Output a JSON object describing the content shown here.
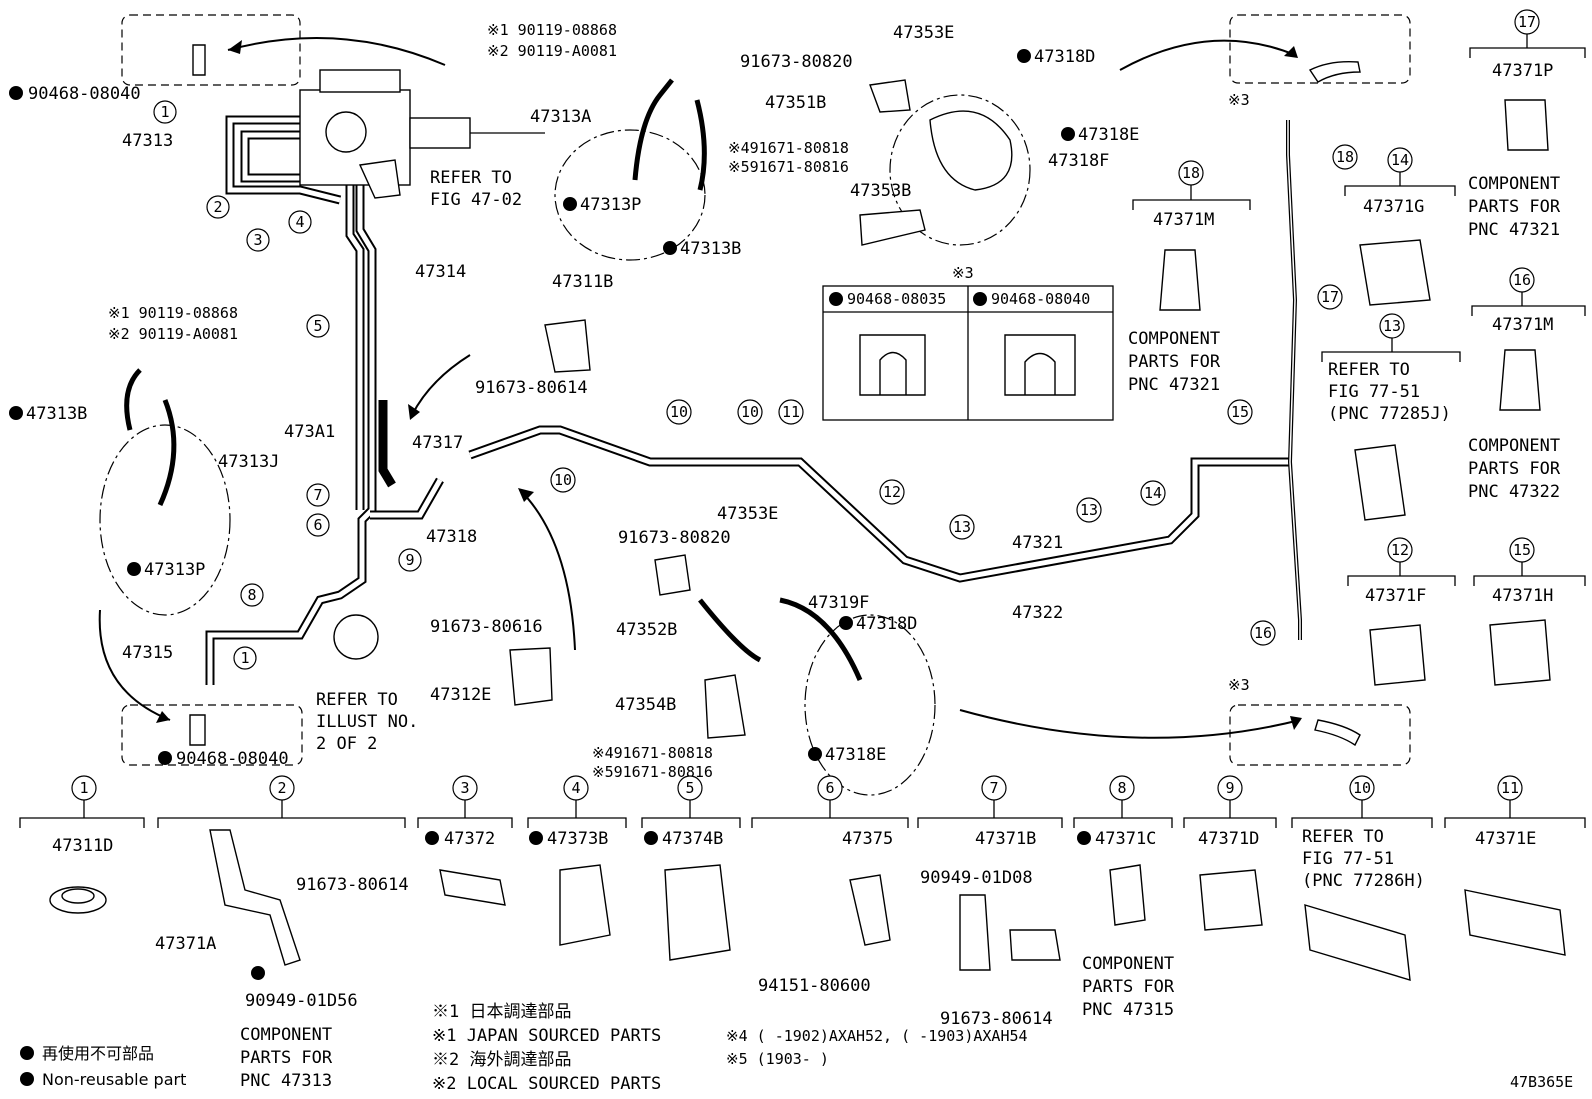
{
  "callouts": {
    "c1": "1",
    "c2": "2",
    "c3": "3",
    "c4": "4",
    "c5": "5",
    "c6": "6",
    "c7": "7",
    "c8": "8",
    "c9": "9",
    "c10": "10",
    "c11": "11",
    "c12": "12",
    "c13": "13",
    "c14": "14",
    "c15": "15",
    "c16": "16",
    "c17": "17",
    "c18": "18"
  },
  "labels": {
    "p90468_08040_top": "90468-08040",
    "p47313": "47313",
    "refer_fig4702_a": "REFER TO",
    "refer_fig4702_b": "FIG 47-02",
    "p47314": "47314",
    "p473A1": "473A1",
    "p47315": "47315",
    "refer_illust_a": "REFER TO",
    "refer_illust_b": "ILLUST NO.",
    "refer_illust_c": "2 OF 2",
    "p90468_08040_bot": "90468-08040",
    "p90119_a1": "※1 90119-08868",
    "p90119_a2": "※2 90119-A0081",
    "p47313A": "47313A",
    "p47313P_a": "47313P",
    "p47313B_a": "47313B",
    "p90119_b1": "※1 90119-08868",
    "p90119_b2": "※2 90119-A0081",
    "p47313B_b": "47313B",
    "p47313J": "47313J",
    "p47313P_b": "47313P",
    "p47311B": "47311B",
    "p91673_80614_a": "91673-80614",
    "p47317": "47317",
    "p47318": "47318",
    "p91673_80616": "91673-80616",
    "p47312E": "47312E",
    "p91673_80820_a": "91673-80820",
    "p47353E_a": "47353E",
    "p47351B": "47351B",
    "p47318D_a": "47318D",
    "p47318E_a": "47318E",
    "p47318F": "47318F",
    "p491671_a": "※491671-80818",
    "p591671_a": "※591671-80816",
    "p47353B": "47353B",
    "note3_hdr": "※3",
    "clip_a": "90468-08035",
    "clip_b": "90468-08040",
    "p91673_80820_b": "91673-80820",
    "p47353E_b": "47353E",
    "p47352B": "47352B",
    "p47319F": "47319F",
    "p47318D_b": "47318D",
    "p47354B": "47354B",
    "p491671_b": "※491671-80818",
    "p591671_b": "※591671-80816",
    "p47318E_b": "47318E",
    "p47321": "47321",
    "p47322": "47322",
    "note3_top": "※3",
    "note3_bot": "※3",
    "p47371M_a": "47371M",
    "comp_47321_a": "COMPONENT",
    "comp_47321_b": "PARTS FOR",
    "comp_47321_c": "PNC 47321",
    "p47371G": "47371G",
    "p47371P": "47371P",
    "comp_p_a": "COMPONENT",
    "comp_p_b": "PARTS FOR",
    "comp_p_c": "PNC 47321",
    "p47371M_b": "47371M",
    "ref7751_a": "REFER TO",
    "ref7751_b": "FIG 77-51",
    "ref7751_c": "(PNC 77285J)",
    "comp_m_a": "COMPONENT",
    "comp_m_b": "PARTS FOR",
    "comp_m_c": "PNC 47322",
    "p47371F": "47371F",
    "p47371H": "47371H",
    "b_47311D": "47311D",
    "b_91673_80614": "91673-80614",
    "b_47371A": "47371A",
    "b_90949_01D56": "90949-01D56",
    "b_comp_a": "COMPONENT",
    "b_comp_b": "PARTS FOR",
    "b_comp_c": "PNC 47313",
    "b_47372": "47372",
    "b_47373B": "47373B",
    "b_47374B": "47374B",
    "b_47375": "47375",
    "b_94151_80600": "94151-80600",
    "b_47371B": "47371B",
    "b_90949_01D08": "90949-01D08",
    "b_91673_80614_2": "91673-80614",
    "b_47371C": "47371C",
    "b_comp47315_a": "COMPONENT",
    "b_comp47315_b": "PARTS FOR",
    "b_comp47315_c": "PNC 47315",
    "b_47371D": "47371D",
    "b_ref_a": "REFER TO",
    "b_ref_b": "FIG 77-51",
    "b_ref_c": "(PNC 77286H)",
    "b_47371E": "47371E"
  },
  "legend": {
    "jp_nonreuse": "再使用不可部品",
    "en_nonreuse": "Non-reusable part",
    "n1_jp": "※1 日本調達部品",
    "n1_en": "※1 JAPAN SOURCED PARTS",
    "n2_jp": "※2 海外調達部品",
    "n2_en": "※2 LOCAL SOURCED PARTS",
    "n4": "※4 (      -1902)AXAH52, (      -1903)AXAH54",
    "n5": "※5 (1903-      )"
  },
  "figure_code": "47B365E"
}
